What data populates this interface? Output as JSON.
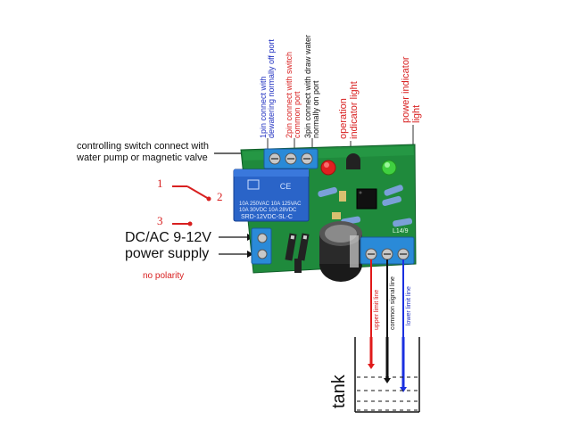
{
  "labels": {
    "pin1_line1": "1pin connect with",
    "pin1_line2": "dewatering normally off port",
    "pin2_line1": "2pin connect with switch",
    "pin2_line2": "common port",
    "pin3_line1": "3pin connect with draw water",
    "pin3_line2": "normally on port",
    "operation_line1": "operation",
    "operation_line2": "indicator light",
    "power_ind_line1": "power indicator",
    "power_ind_line2": "light",
    "controlling_line1": "controlling switch connect with",
    "controlling_line2": "water pump or magnetic valve",
    "switch_1": "1",
    "switch_2": "2",
    "switch_3": "3",
    "supply_line1": "DC/AC 9-12V",
    "supply_line2": "power supply",
    "no_polarity": "no polarity",
    "upper_limit": "upper limit line",
    "common_signal": "common signal line",
    "lower_limit": "lower limit line",
    "tank": "tank"
  },
  "board": {
    "relay_text_1": "10A 250VAC  10A 125VAC",
    "relay_text_2": "10A  30VDC  10A  28VDC",
    "relay_text_3": "SRD-12VDC-SL-C",
    "silk_label": "L14/9"
  },
  "colors": {
    "label_blue": "#2030c0",
    "label_red": "#d82020",
    "pcb_green": "#1f8a3c",
    "terminal_blue": "#2a8ad8",
    "relay_blue": "#2a64c8",
    "wire_red": "#e01a1a",
    "wire_black": "#111111",
    "wire_blue": "#1a30e0"
  }
}
